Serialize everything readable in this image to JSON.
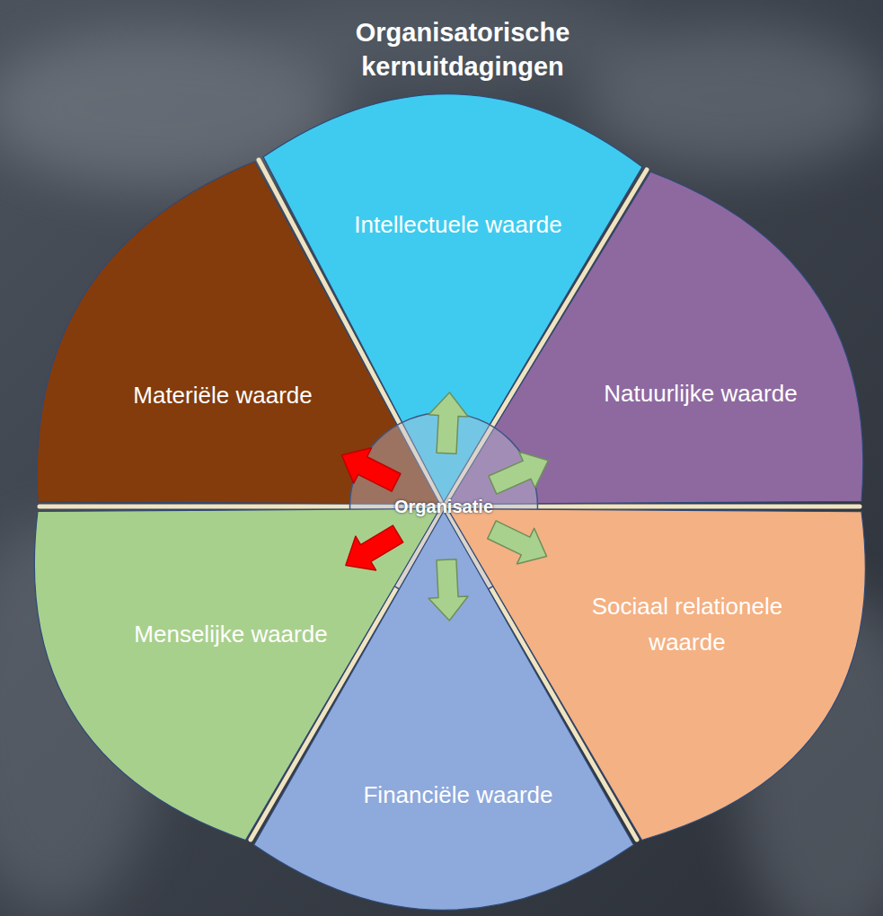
{
  "diagram": {
    "title": "Organisatorische kernuitdagingen",
    "nodes": [
      {
        "text": [
          "Intellectuele waarde"
        ]
      },
      {
        "text": [
          "Materiële waarde"
        ]
      },
      {
        "text": [
          "Natuurlijke waarde"
        ]
      },
      {
        "text": [
          "Organisatie"
        ]
      },
      {
        "text": [
          "Menselijke waarde"
        ]
      },
      {
        "text": [
          "Sociaal relationele waarde"
        ]
      },
      {
        "text": [
          "Financiële waarde"
        ]
      }
    ],
    "edges": [
      {
        "from": 3,
        "to": 0,
        "arrow": "to"
      },
      {
        "from": 3,
        "to": 2,
        "arrow": "to"
      },
      {
        "from": 3,
        "to": 5,
        "arrow": "to"
      },
      {
        "from": 3,
        "to": 6,
        "arrow": "to"
      },
      {
        "from": 3,
        "to": 4,
        "arrow": "to"
      },
      {
        "from": 3,
        "to": 1,
        "arrow": "to"
      }
    ]
  }
}
